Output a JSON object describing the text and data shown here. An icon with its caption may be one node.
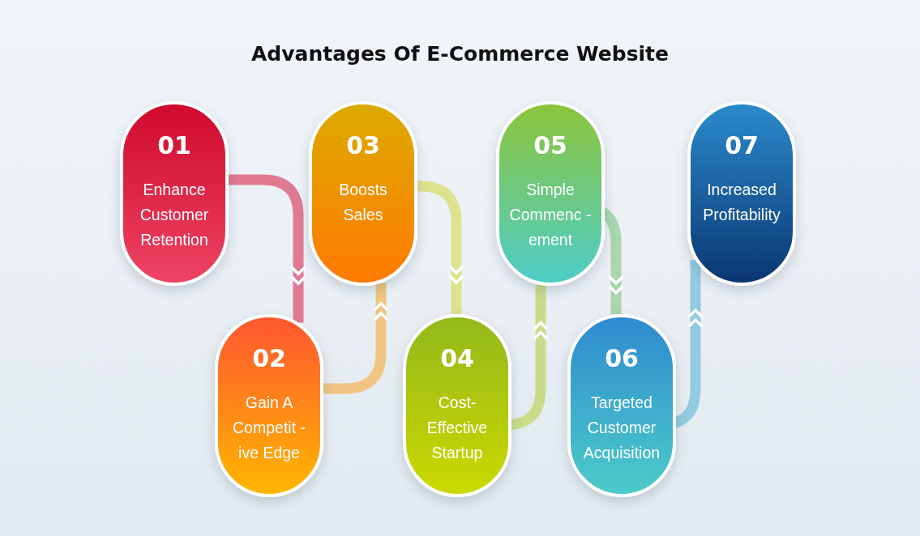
{
  "diagram": {
    "title": "Advantages Of E-Commerce Website",
    "nodes": [
      {
        "text": [
          "01",
          "Enhance Customer Retention"
        ]
      },
      {
        "text": [
          "02",
          "Gain A Competit -ive Edge"
        ]
      },
      {
        "text": [
          "03",
          "Boosts Sales"
        ]
      },
      {
        "text": [
          "04",
          "Cost- Effective Startup"
        ]
      },
      {
        "text": [
          "05",
          "Simple Commenc -ement"
        ]
      },
      {
        "text": [
          "06",
          "Targeted Customer Acquisition"
        ]
      },
      {
        "text": [
          "07",
          "Increased Profitability"
        ]
      }
    ],
    "edges": [
      {
        "from": 0,
        "to": 1,
        "arrow": "to",
        "color": "#e07a93"
      },
      {
        "from": 1,
        "to": 2,
        "arrow": "to",
        "color": "#f0c482"
      },
      {
        "from": 2,
        "to": 3,
        "arrow": "to",
        "color": "#dde28e"
      },
      {
        "from": 3,
        "to": 4,
        "arrow": "to",
        "color": "#c9dc8c"
      },
      {
        "from": 4,
        "to": 5,
        "arrow": "to",
        "color": "#a9d6ae"
      },
      {
        "from": 5,
        "to": 6,
        "arrow": "to",
        "color": "#93cbe0"
      }
    ]
  }
}
